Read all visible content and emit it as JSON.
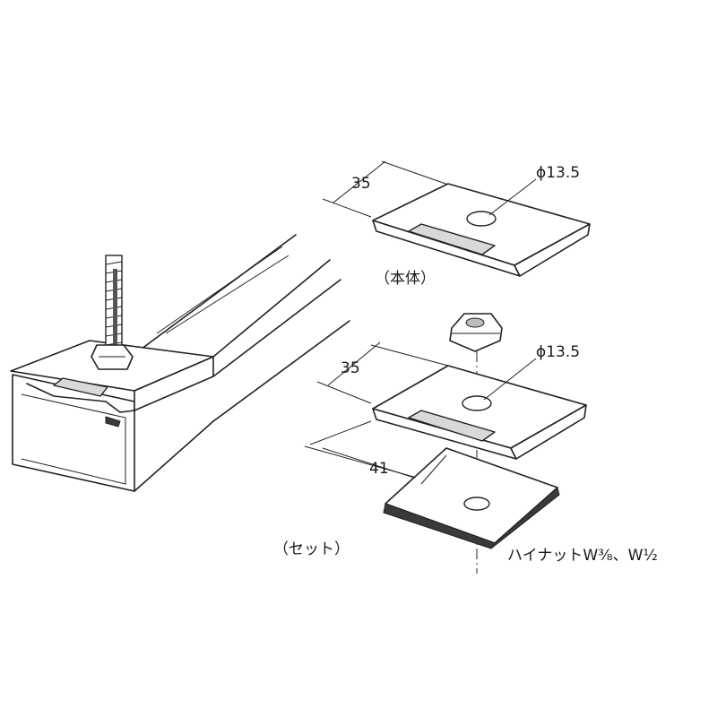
{
  "labels": {
    "body_caption": "（本体）",
    "set_caption": "（セット）",
    "nut_caption": "ハイナットW⅜、W½"
  },
  "dimensions": {
    "top_width": "35",
    "top_hole": "ϕ13.5",
    "mid_width": "35",
    "mid_hole": "ϕ13.5",
    "plate_width": "41"
  },
  "colors": {
    "line": "#222222",
    "background": "#ffffff",
    "shade": "#d9d9d9"
  }
}
